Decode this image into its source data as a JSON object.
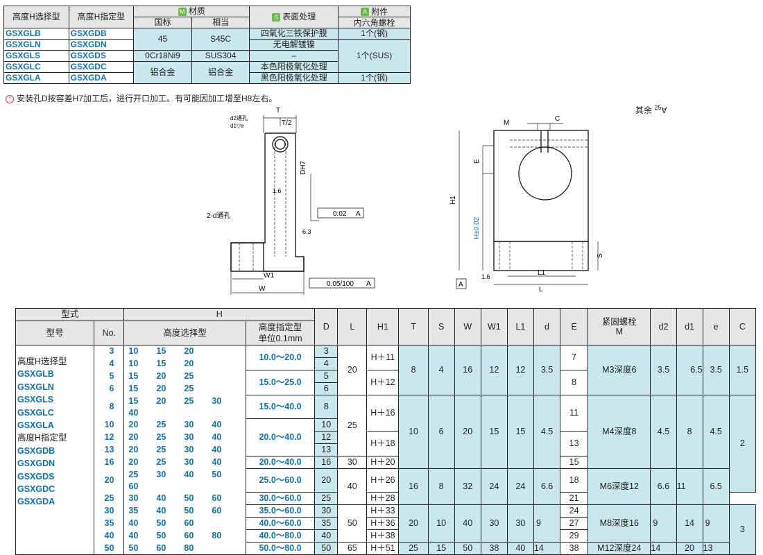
{
  "material_table": {
    "headers": {
      "h_select": "高度H选择型",
      "h_specify": "高度H指定型",
      "material_badge": "M",
      "material": "材质",
      "surface_badge": "S",
      "surface": "表面处理",
      "accessory_badge": "A",
      "accessory_top": "附件",
      "accessory_bottom": "内六角螺栓",
      "national": "国标",
      "equivalent": "相当"
    },
    "rows": [
      {
        "select": "GSXGLB",
        "specify": "GSXGDB"
      },
      {
        "select": "GSXGLN",
        "specify": "GSXGDN"
      },
      {
        "select": "GSXGLS",
        "specify": "GSXGDS"
      },
      {
        "select": "GSXGLC",
        "specify": "GSXGDC"
      },
      {
        "select": "GSXGLA",
        "specify": "GSXGDA"
      }
    ],
    "materials": {
      "steel_gb": "45",
      "steel_eq": "S45C",
      "sus_gb": "0Cr18Ni9",
      "sus_eq": "SUS304",
      "al_gb": "铝合金",
      "al_eq": "铝合金"
    },
    "surfaces": [
      "四氧化三铁保护膜",
      "无电解镀镍",
      "–",
      "本色阳极氧化处理",
      "黑色阳极氧化处理"
    ],
    "accessories": {
      "steel": "1个(钢)",
      "sus": "1个(SUS)",
      "steel2": "1个(钢)"
    }
  },
  "note": "安装孔D按容差H7加工后，进行开口加工。有可能因加工增至H8左右。",
  "rest_label": "其余",
  "rest_value": "25",
  "drawing": {
    "t": "T",
    "t2": "T/2",
    "d2": "d2通孔",
    "d1e": "d1▽e",
    "dh7": "DH7",
    "r16a": "1.6",
    "r16b": "1.6",
    "hole": "2-d通孔",
    "r63": "6.3",
    "par": "0.02",
    "par_ref": "A",
    "w1": "W1",
    "w": "W",
    "perp": "0.05/100",
    "perp_ref": "A",
    "m": "M",
    "c": "C",
    "e": "E",
    "h1": "H1",
    "h": "H±0.02",
    "s": "S",
    "l1": "L1",
    "l": "L",
    "datum": "A"
  },
  "data_table": {
    "header": {
      "type": "型式",
      "h": "H",
      "model": "型号",
      "no": "No.",
      "h_select": "高度选择型",
      "h_spec": "高度指定型",
      "h_spec_unit": "单位0.1mm",
      "cols": [
        "D",
        "L",
        "H1",
        "T",
        "S",
        "W",
        "W1",
        "L1",
        "d",
        "E",
        "紧固螺栓",
        "M",
        "d2",
        "d1",
        "e",
        "C"
      ]
    },
    "models": [
      "高度H选择型",
      "GSXGLB",
      "GSXGLN",
      "GSXGLS",
      "GSXGLC",
      "GSXGLA",
      "高度H指定型",
      "GSXGDB",
      "GSXGDN",
      "GSXGDS",
      "GSXGDC",
      "GSXGDA"
    ],
    "rows": [
      {
        "no": "3",
        "hs": [
          "10",
          "15",
          "20"
        ],
        "hr": "10.0～20.0",
        "D": "3"
      },
      {
        "no": "4",
        "hs": [
          "10",
          "15",
          "20"
        ],
        "hr": "",
        "D": "4"
      },
      {
        "no": "5",
        "hs": [
          "15",
          "20",
          "25"
        ],
        "hr": "15.0～25.0",
        "D": "5"
      },
      {
        "no": "6",
        "hs": [
          "15",
          "20",
          "25"
        ],
        "hr": "",
        "D": "6"
      },
      {
        "no": "8",
        "hs": [
          "15",
          "20",
          "25",
          "30",
          "40"
        ],
        "hr": "15.0～40.0",
        "D": "8"
      },
      {
        "no": "10",
        "hs": [
          "20",
          "25",
          "30",
          "40"
        ],
        "hr": "20.0～40.0",
        "D": "10"
      },
      {
        "no": "12",
        "hs": [
          "20",
          "25",
          "30",
          "40"
        ],
        "hr": "",
        "D": "12"
      },
      {
        "no": "13",
        "hs": [
          "20",
          "25",
          "30",
          "40"
        ],
        "hr": "",
        "D": "13"
      },
      {
        "no": "16",
        "hs": [
          "20",
          "25",
          "30",
          "40"
        ],
        "hr": "20.0～40.0",
        "D": "16"
      },
      {
        "no": "20",
        "hs": [
          "25",
          "30",
          "40",
          "50",
          "60"
        ],
        "hr": "25.0～60.0",
        "D": "20"
      },
      {
        "no": "25",
        "hs": [
          "30",
          "40",
          "50",
          "60"
        ],
        "hr": "30.0～60.0",
        "D": "25"
      },
      {
        "no": "30",
        "hs": [
          "35",
          "40",
          "50",
          "60"
        ],
        "hr": "35.0～60.0",
        "D": "30"
      },
      {
        "no": "35",
        "hs": [
          "40",
          "50",
          "60"
        ],
        "hr": "40.0～60.0",
        "D": "35"
      },
      {
        "no": "40",
        "hs": [
          "40",
          "50",
          "60",
          "80"
        ],
        "hr": "40.0～80.0",
        "D": "40"
      },
      {
        "no": "50",
        "hs": [
          "50",
          "60",
          "80"
        ],
        "hr": "50.0～80.0",
        "D": "50"
      }
    ],
    "groups": {
      "L": [
        "20",
        "25",
        "30",
        "40",
        "50",
        "65"
      ],
      "H1": [
        "H＋11",
        "H＋12",
        "H＋16",
        "H＋18",
        "H＋20",
        "H＋26",
        "H＋28",
        "H＋33",
        "H＋36",
        "H＋38",
        "H＋51"
      ],
      "T": [
        "8",
        "10",
        "16",
        "20",
        "25"
      ],
      "S": [
        "4",
        "6",
        "8",
        "10",
        "15"
      ],
      "W": [
        "16",
        "20",
        "32",
        "40",
        "50"
      ],
      "W1": [
        "12",
        "15",
        "24",
        "30",
        "38"
      ],
      "L1": [
        "12",
        "15",
        "24",
        "30",
        "40"
      ],
      "d": [
        "3.5",
        "4.5",
        "6.6",
        "9",
        "14"
      ],
      "E": [
        "7",
        "8",
        "11",
        "13",
        "15",
        "18",
        "21",
        "24",
        "27",
        "29",
        "38"
      ],
      "M": [
        "M3深度6",
        "M4深度8",
        "M6深度12",
        "M8深度16",
        "M12深度24"
      ],
      "d2": [
        "3.5",
        "4.5",
        "6.6",
        "9",
        "14"
      ],
      "d1": [
        "6.5",
        "8",
        "11",
        "14",
        "20"
      ],
      "e": [
        "3.5",
        "4.5",
        "6.5",
        "9",
        "13"
      ],
      "C": [
        "1.5",
        "2",
        "3"
      ]
    }
  }
}
